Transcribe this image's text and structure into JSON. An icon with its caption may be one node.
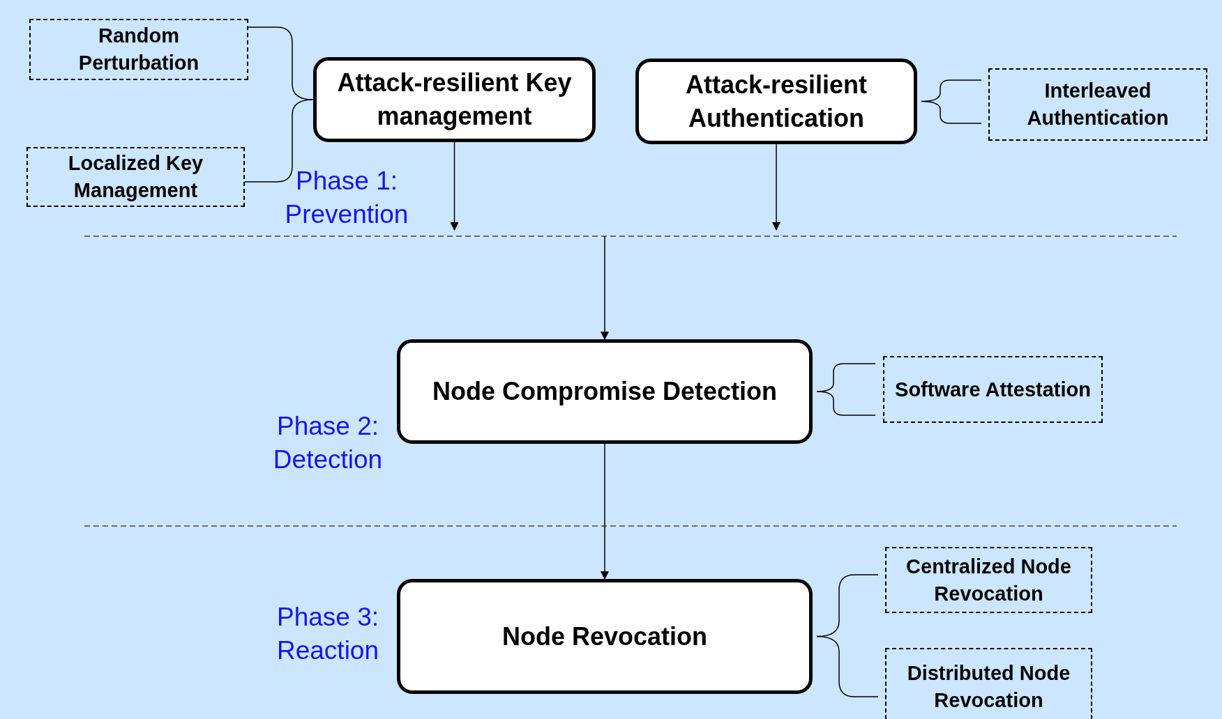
{
  "diagram": {
    "nodes": [
      {
        "text": [
          "Random Perturbation"
        ]
      },
      {
        "text": [
          "Localized Key Management"
        ]
      },
      {
        "text": [
          "Attack-resilient Key management"
        ]
      },
      {
        "text": [
          "Attack-resilient Authentication"
        ]
      },
      {
        "text": [
          "Interleaved Authentication"
        ]
      },
      {
        "text": [
          "Node Compromise Detection"
        ]
      },
      {
        "text": [
          "Software Attestation"
        ]
      },
      {
        "text": [
          "Node Revocation"
        ]
      },
      {
        "text": [
          "Centralized Node Revocation"
        ]
      },
      {
        "text": [
          "Distributed Node Revocation"
        ]
      }
    ],
    "edges": [
      {
        "from": 2,
        "to": null,
        "arrow": "to"
      },
      {
        "from": 3,
        "to": null,
        "arrow": "to"
      },
      {
        "from": null,
        "to": 5,
        "arrow": "to"
      },
      {
        "from": 5,
        "to": 7,
        "arrow": "to"
      },
      {
        "from": 0,
        "to": 2,
        "arrow": "none"
      },
      {
        "from": 1,
        "to": 2,
        "arrow": "none"
      },
      {
        "from": 3,
        "to": 4,
        "arrow": "none"
      },
      {
        "from": 5,
        "to": 6,
        "arrow": "none"
      },
      {
        "from": 7,
        "to": 8,
        "arrow": "none"
      },
      {
        "from": 7,
        "to": 9,
        "arrow": "none"
      }
    ],
    "labels": [
      "Phase 1: Prevention",
      "Phase 2: Detection",
      "Phase 3: Reaction"
    ]
  }
}
